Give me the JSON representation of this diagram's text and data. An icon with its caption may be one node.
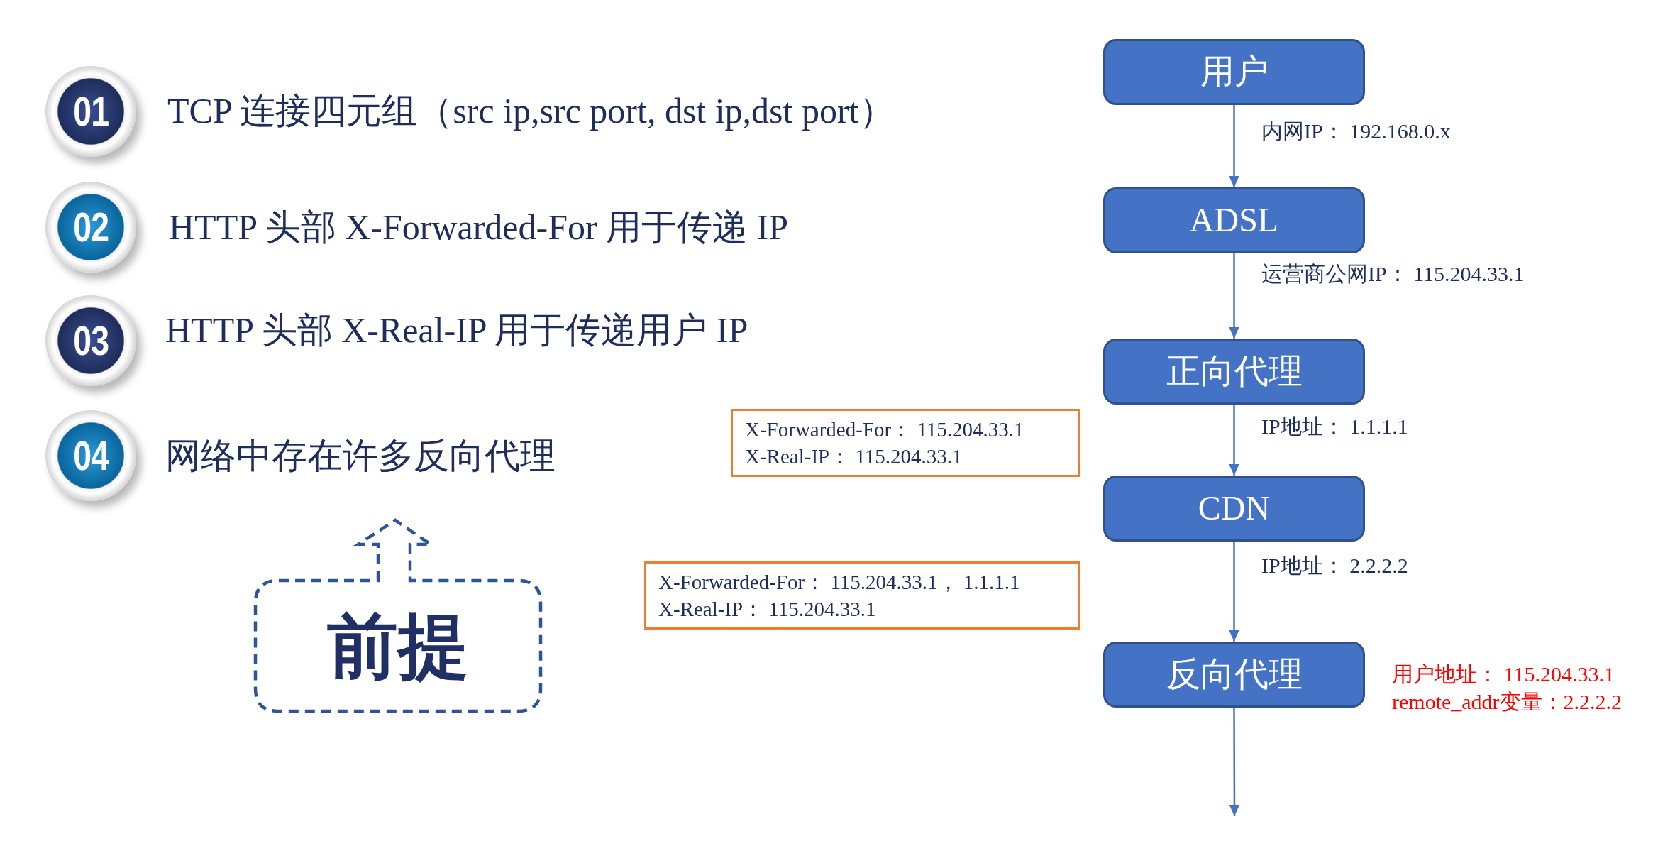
{
  "diagram": {
    "nodes": [
      {
        "text": [
          "01"
        ],
        "beside": [
          "TCP 连接四元组（src ip,src port, dst ip,dst port）"
        ]
      },
      {
        "text": [
          "02"
        ],
        "beside": [
          "HTTP 头部 X-Forwarded-For 用于传递 IP"
        ]
      },
      {
        "text": [
          "03"
        ],
        "beside": [
          "HTTP 头部 X-Real-IP 用于传递用户 IP"
        ]
      },
      {
        "text": [
          "04"
        ],
        "beside": [
          "网络中存在许多反向代理"
        ]
      },
      {
        "text": [
          "前提"
        ]
      },
      {
        "text": [
          "X-Forwarded-For： 115.204.33.1",
          "X-Real-IP： 115.204.33.1"
        ]
      },
      {
        "text": [
          "X-Forwarded-For： 115.204.33.1， 1.1.1.1",
          "X-Real-IP： 115.204.33.1"
        ]
      },
      {
        "text": [
          "用户"
        ]
      },
      {
        "text": [
          "ADSL"
        ]
      },
      {
        "text": [
          "正向代理"
        ]
      },
      {
        "text": [
          "CDN"
        ]
      },
      {
        "text": [
          "反向代理"
        ],
        "beside": [
          "用户地址： 115.204.33.1",
          "remote_addr变量：2.2.2.2"
        ]
      }
    ],
    "edges": [
      {
        "from": 7,
        "to": 8,
        "arrow": "to",
        "label": "内网IP： 192.168.0.x"
      },
      {
        "from": 8,
        "to": 9,
        "arrow": "to",
        "label": "运营商公网IP： 115.204.33.1"
      },
      {
        "from": 9,
        "to": 10,
        "arrow": "to",
        "label": "IP地址： 1.1.1.1"
      },
      {
        "from": 10,
        "to": 11,
        "arrow": "to",
        "label": "IP地址： 2.2.2.2"
      },
      {
        "from": 11,
        "to": null,
        "arrow": "to"
      }
    ]
  }
}
